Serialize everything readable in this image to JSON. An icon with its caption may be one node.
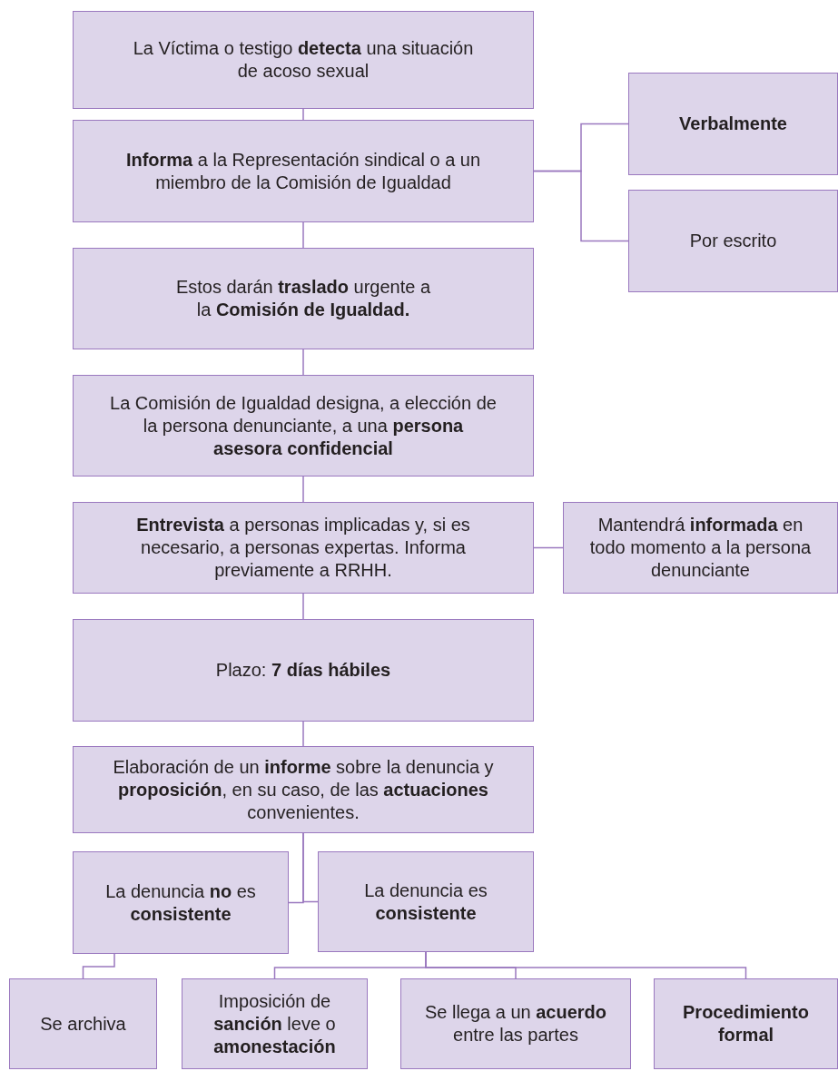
{
  "diagram": {
    "nodes": [
      {
        "text": [
          "La Víctima o testigo **detecta** una situación de acoso sexual"
        ]
      },
      {
        "text": [
          "**Informa** a la Representación sindical o a un miembro de la Comisión de Igualdad"
        ]
      },
      {
        "text": [
          "**Verbalmente**"
        ]
      },
      {
        "text": [
          "Por escrito"
        ]
      },
      {
        "text": [
          "Estos darán **traslado** urgente a la **Comisión de Igualdad.**"
        ]
      },
      {
        "text": [
          "La Comisión de Igualdad designa, a elección de la persona denunciante, a una **persona asesora confidencial**"
        ]
      },
      {
        "text": [
          "**Entrevista** a personas implicadas y, si es necesario, a personas expertas. Informa previamente a RRHH."
        ]
      },
      {
        "text": [
          "Mantendrá **informada** en todo momento a la persona denunciante"
        ]
      },
      {
        "text": [
          "Plazo: **7 días hábiles**"
        ]
      },
      {
        "text": [
          "Elaboración de un **informe** sobre la denuncia y **proposición**, en su caso, de las **actuaciones** convenientes."
        ]
      },
      {
        "text": [
          "La denuncia **no** es **consistente**"
        ]
      },
      {
        "text": [
          "La denuncia es **consistente**"
        ]
      },
      {
        "text": [
          "Se archiva"
        ]
      },
      {
        "text": [
          "Imposición de **sanción** leve o **amonestación**"
        ]
      },
      {
        "text": [
          "Se llega a un **acuerdo** entre las partes"
        ]
      },
      {
        "text": [
          "**Procedimiento formal**"
        ]
      }
    ],
    "edges": [
      {
        "from": 0,
        "to": 1,
        "arrow": "none"
      },
      {
        "from": 1,
        "to": 2,
        "arrow": "none"
      },
      {
        "from": 1,
        "to": 3,
        "arrow": "none"
      },
      {
        "from": 1,
        "to": 4,
        "arrow": "none"
      },
      {
        "from": 4,
        "to": 5,
        "arrow": "none"
      },
      {
        "from": 5,
        "to": 6,
        "arrow": "none"
      },
      {
        "from": 6,
        "to": 7,
        "arrow": "none"
      },
      {
        "from": 6,
        "to": 8,
        "arrow": "none"
      },
      {
        "from": 8,
        "to": 9,
        "arrow": "none"
      },
      {
        "from": 9,
        "to": 10,
        "arrow": "none"
      },
      {
        "from": 9,
        "to": 11,
        "arrow": "none"
      },
      {
        "from": 10,
        "to": 12,
        "arrow": "none"
      },
      {
        "from": 11,
        "to": 13,
        "arrow": "none"
      },
      {
        "from": 11,
        "to": 14,
        "arrow": "none"
      },
      {
        "from": 11,
        "to": 15,
        "arrow": "none"
      }
    ]
  }
}
